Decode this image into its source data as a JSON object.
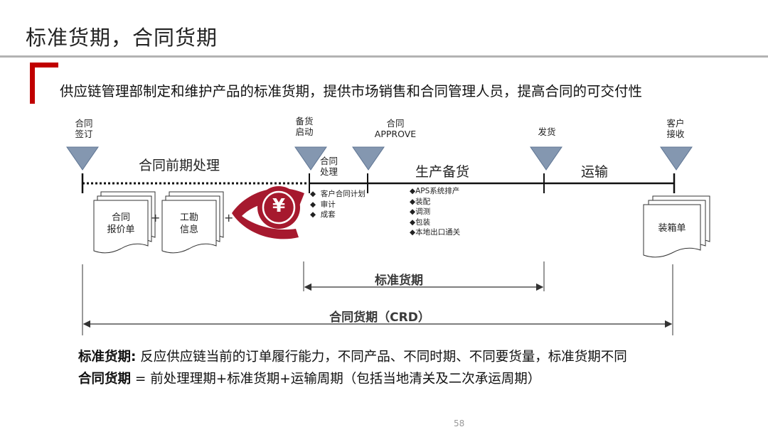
{
  "title": "标准货期，合同货期",
  "subtitle": "供应链管理部制定和维护产品的标准货期，提供市场销售和合同管理人员，提高合同的可交付性",
  "milestones": {
    "sign": [
      "合同",
      "签订"
    ],
    "stock": [
      "备货",
      "启动"
    ],
    "approve": [
      "合同",
      "APPROVE"
    ],
    "ship": "发货",
    "receive": [
      "客户",
      "接收"
    ]
  },
  "phases": {
    "pre": "合同前期处理",
    "process": [
      "合同",
      "处理"
    ],
    "production": "生产备货",
    "transport": "运输"
  },
  "contract_process_items": [
    "客户合同计划",
    "审计",
    "成套"
  ],
  "production_items": [
    "◆APS系统排产",
    "◆装配",
    "◆调测",
    "◆包装",
    "◆本地出口通关"
  ],
  "docs": {
    "quote": [
      "合同",
      "报价单"
    ],
    "survey": [
      "工勘",
      "信息"
    ],
    "packing": "装箱单"
  },
  "yen_symbol": "¥",
  "plus_sign": "+",
  "spans": {
    "standard": "标准货期",
    "contract": "合同货期（CRD）"
  },
  "definitions": {
    "standard_term": "标准货期:",
    "standard_text": " 反应供应链当前的订单履行能力，不同产品、不同时期、不同要货量，标准货期不同",
    "contract_term": "合同货期",
    "contract_text": " = 前处理理期+标准货期+运输周期（包括当地清关及二次承运周期）"
  },
  "page_number": "58",
  "colors": {
    "accent_red": "#c00000",
    "triangle": "#8497b0",
    "yen_red": "#a6192e"
  }
}
